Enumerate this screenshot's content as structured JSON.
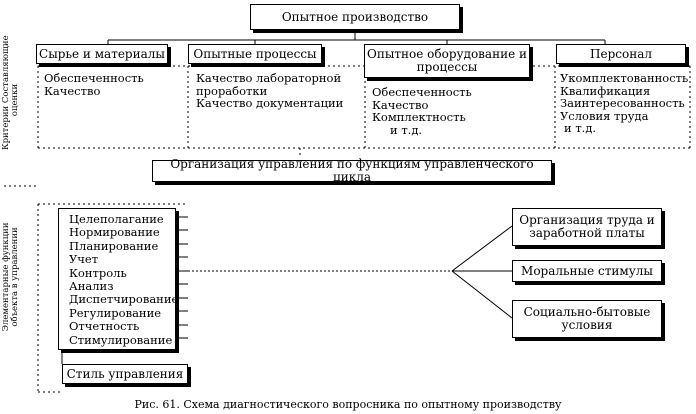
{
  "top_box": "Опытное производство",
  "categories": [
    {
      "title": "Сырье и материалы",
      "items": [
        "Обеспеченность",
        "Качество"
      ]
    },
    {
      "title": "Опытные процессы",
      "items": [
        "Качество лабораторной",
        "проработки",
        "Качество документации"
      ]
    },
    {
      "title": "Опытное оборудование и процессы",
      "items": [
        "Обеспеченность",
        "Качество",
        "Комплектность",
        "и т.д."
      ]
    },
    {
      "title": "Персонал",
      "items": [
        "Укомплектованность",
        "Квалификация",
        "Заинтересованность",
        "Условия труда",
        "и т.д."
      ]
    }
  ],
  "left_label_top": [
    "Критерии",
    "оценки",
    "Составляющие"
  ],
  "left_label_bottom": [
    "Элементарные функции",
    "объекта в управлении"
  ],
  "org_box": "Организация управления по функциям управленческого цикла",
  "functions": [
    "Целеполагание",
    "Нормирование",
    "Планирование",
    "Учет",
    "Контроль",
    "Анализ",
    "Диспетчирование",
    "Регулирование",
    "Отчетность",
    "Стимулирование"
  ],
  "style_box": "Стиль управления",
  "right_boxes": [
    "Организация труда и заработной платы",
    "Моральные стимулы",
    "Социально-бытовые условия"
  ],
  "caption": "Рис. 61. Схема диагностического вопросника по опытному производству"
}
